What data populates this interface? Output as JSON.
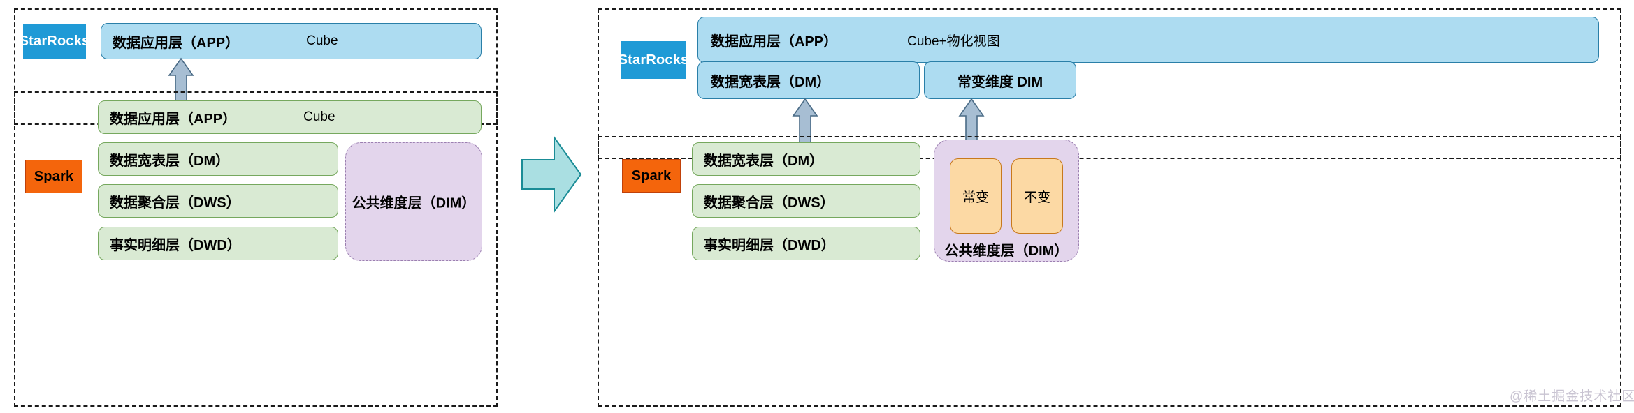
{
  "diagram": {
    "title": "Data warehouse layering: before and after StarRocks migration",
    "watermark": "@稀土掘金技术社区",
    "colors": {
      "starrocks_badge": "#1f9ad6",
      "spark_badge": "#f4650c",
      "blue_box": "#addcf1",
      "blue_box_border": "#2a7fa8",
      "green_box": "#d9ead3",
      "green_box_border": "#76a85e",
      "orange_box": "#fcd9a4",
      "orange_box_border": "#c8791c",
      "dim_panel": "#e3d5ec",
      "dim_panel_border": "#9b7fb0",
      "arrow_up": "#a7bed3",
      "arrow_up_border": "#4a6b86",
      "arrow_right": "#aadfe2",
      "arrow_right_border": "#1a8c96",
      "panel_border": "#1a1a1a"
    }
  },
  "left": {
    "starrocks_panel": {
      "badge": "StarRocks",
      "boxes": [
        {
          "label": "数据应用层（APP）",
          "sub": "Cube"
        }
      ]
    },
    "spark_panel": {
      "badge": "Spark",
      "boxes": [
        {
          "label": "数据应用层（APP）",
          "sub": "Cube"
        },
        {
          "label": "数据宽表层（DM）",
          "sub": ""
        },
        {
          "label": "数据聚合层（DWS）",
          "sub": ""
        },
        {
          "label": "事实明细层（DWD）",
          "sub": ""
        }
      ],
      "dim_group": {
        "caption": "公共维度层（DIM）",
        "children": []
      }
    }
  },
  "center": {
    "arrow": "right-block-arrow"
  },
  "right": {
    "starrocks_panel": {
      "badge": "StarRocks",
      "boxes": [
        {
          "label": "数据应用层（APP）",
          "sub": "Cube+物化视图"
        },
        {
          "label": "数据宽表层（DM）",
          "sub": ""
        },
        {
          "label": "常变维度 DIM",
          "sub": ""
        }
      ]
    },
    "spark_panel": {
      "badge": "Spark",
      "boxes": [
        {
          "label": "数据宽表层（DM）",
          "sub": ""
        },
        {
          "label": "数据聚合层（DWS）",
          "sub": ""
        },
        {
          "label": "事实明细层（DWD）",
          "sub": ""
        }
      ],
      "dim_group": {
        "caption": "公共维度层（DIM）",
        "children": [
          "常变",
          "不变"
        ]
      }
    }
  }
}
